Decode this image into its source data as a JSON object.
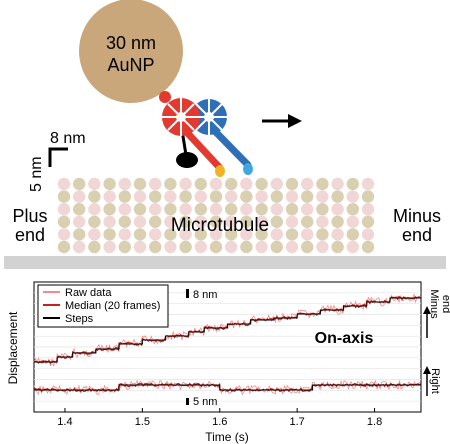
{
  "diagram": {
    "particle_label_line1": "30 nm",
    "particle_label_line2": "AuNP",
    "scale_horizontal": "8 nm",
    "scale_vertical": "5 nm",
    "left_label_line1": "Plus",
    "left_label_line2": "end",
    "right_label_line1": "Minus",
    "right_label_line2": "end",
    "center_label": "Microtubule",
    "colors": {
      "gold": "#C9A77A",
      "tubulin_pink": "#F1D6D6",
      "tubulin_tan": "#D9CFB1",
      "motor_red": "#E23A31",
      "motor_blue": "#2E6FB7",
      "tail_yellow": "#F2B323",
      "tail_cyan": "#3FA6DF",
      "separator": "#D2D2D2"
    }
  },
  "plot": {
    "ylabel": "Displacement",
    "xlabel": "Time (s)",
    "xticks": [
      "1.4",
      "1.5",
      "1.6",
      "1.7",
      "1.8"
    ],
    "legend": [
      {
        "label": "Raw data",
        "color": "#F28C8C"
      },
      {
        "label": "Median (20 frames)",
        "color": "#C0241C"
      },
      {
        "label": "Steps",
        "color": "#000000"
      }
    ],
    "scale_top": "8 nm",
    "scale_bottom": "5 nm",
    "on_axis_label": "On-axis",
    "top_right_label_line1": "Minus",
    "top_right_label_line2": "end",
    "bottom_right_label": "Right"
  },
  "chart_data": {
    "type": "line",
    "xlabel": "Time (s)",
    "ylabel": "Displacement",
    "xlim": [
      1.36,
      1.86
    ],
    "grid": true,
    "series": [
      {
        "name": "Steps",
        "panel": "On-axis",
        "unit": "nm",
        "x": [
          1.36,
          1.39,
          1.39,
          1.41,
          1.41,
          1.44,
          1.44,
          1.47,
          1.47,
          1.5,
          1.5,
          1.53,
          1.53,
          1.56,
          1.56,
          1.58,
          1.58,
          1.61,
          1.61,
          1.64,
          1.64,
          1.67,
          1.67,
          1.7,
          1.7,
          1.73,
          1.73,
          1.76,
          1.76,
          1.79,
          1.79,
          1.82,
          1.82,
          1.86
        ],
        "y": [
          0,
          0,
          5,
          5,
          9,
          9,
          13,
          13,
          18,
          18,
          22,
          22,
          26,
          26,
          30,
          30,
          34,
          34,
          38,
          38,
          42,
          42,
          44,
          44,
          48,
          48,
          52,
          52,
          56,
          56,
          60,
          60,
          64,
          64
        ]
      },
      {
        "name": "Steps",
        "panel": "Right",
        "unit": "nm",
        "x": [
          1.36,
          1.47,
          1.47,
          1.6,
          1.6,
          1.72,
          1.72,
          1.86
        ],
        "y": [
          0,
          0,
          1,
          1,
          0,
          0,
          1,
          1
        ]
      }
    ]
  }
}
